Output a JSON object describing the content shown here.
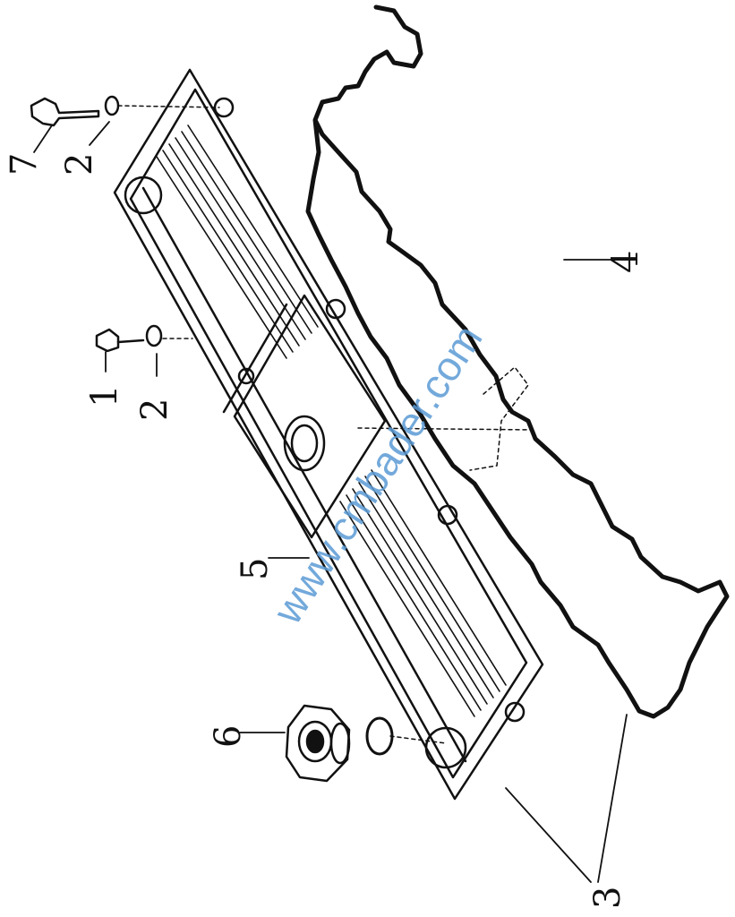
{
  "diagram": {
    "callouts": [
      {
        "id": "label-7",
        "text": "7"
      },
      {
        "id": "label-2a",
        "text": "2"
      },
      {
        "id": "label-1",
        "text": "1"
      },
      {
        "id": "label-2b",
        "text": "2"
      },
      {
        "id": "label-5",
        "text": "5"
      },
      {
        "id": "label-6",
        "text": "6"
      },
      {
        "id": "label-4",
        "text": "4"
      },
      {
        "id": "label-3",
        "text": "3"
      }
    ],
    "watermark": "www.cmbader.com",
    "colors": {
      "line": "#111111",
      "watermark": "#5b9bd5"
    }
  }
}
